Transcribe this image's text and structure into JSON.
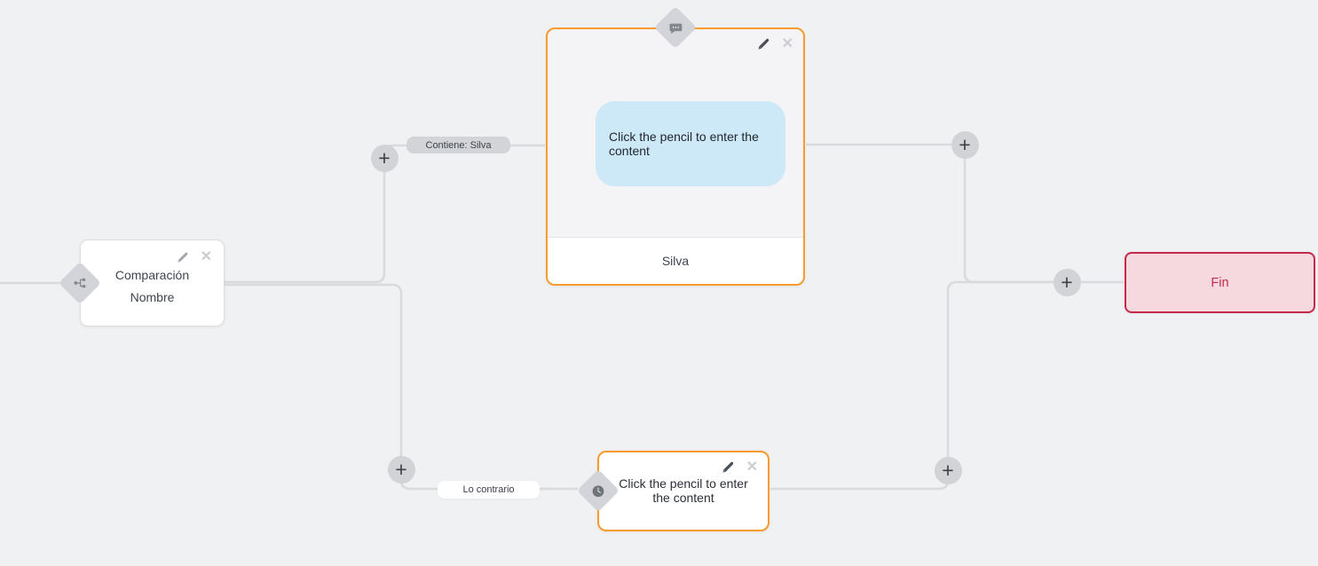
{
  "canvas": {
    "background": "#f0f1f3",
    "line_color": "#d9dadd"
  },
  "colors": {
    "accent_orange": "#f89b2c",
    "end_red": "#c2294a",
    "bubble_blue": "#cde8f6",
    "badge_gray": "#d2d4d9"
  },
  "edge_labels": {
    "contains": "Contiene: Silva",
    "otherwise": "Lo contrario"
  },
  "nodes": {
    "condition": {
      "line1": "Comparación",
      "line2": "Nombre"
    },
    "message": {
      "placeholder": "Click the pencil to enter the content",
      "footer": "Silva"
    },
    "delay": {
      "placeholder": "Click the pencil to enter the content"
    },
    "end": {
      "label": "Fin"
    }
  },
  "icons": {
    "plus": "+",
    "close": "✕"
  }
}
